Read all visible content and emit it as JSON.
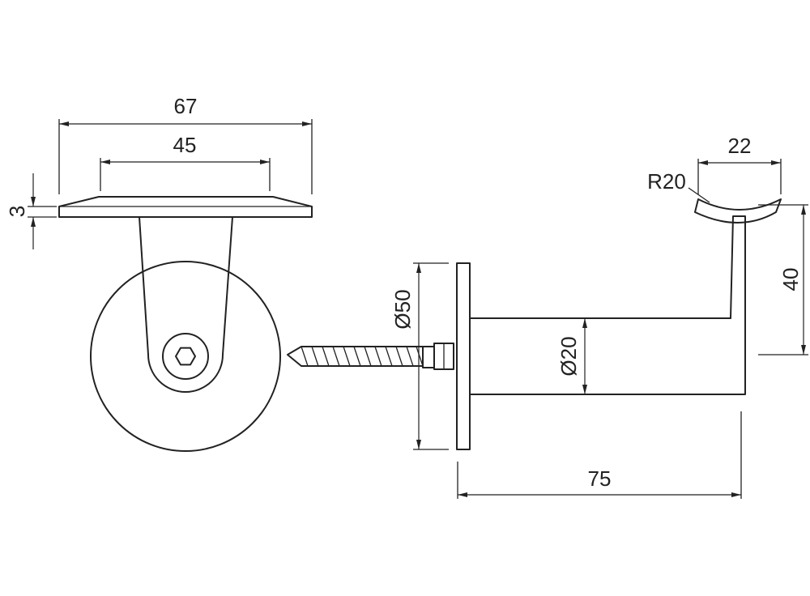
{
  "colors": {
    "line": "#222222",
    "background": "#ffffff"
  },
  "dimensions": {
    "plate_width": "67",
    "hole_spacing": "45",
    "plate_thickness": "3",
    "flange_diameter": "Ø50",
    "tube_diameter": "Ø20",
    "projection_length": "75",
    "saddle_width": "22",
    "saddle_radius": "R20",
    "saddle_height": "40"
  }
}
